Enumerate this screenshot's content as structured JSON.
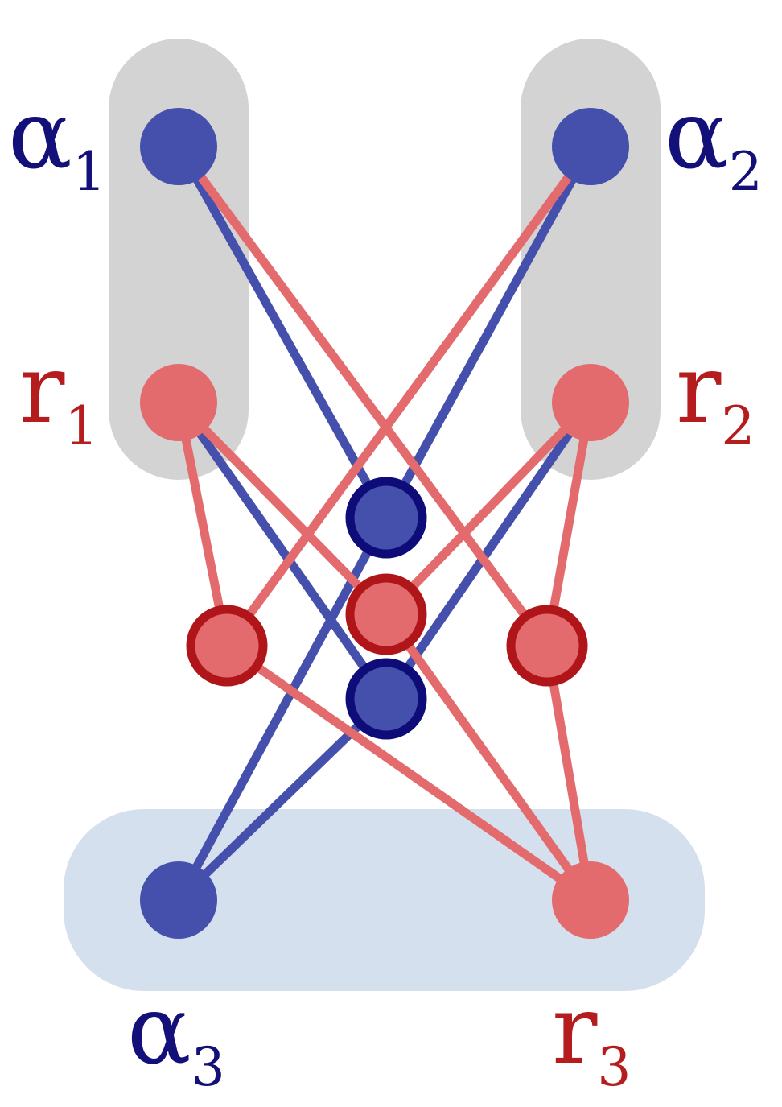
{
  "colors": {
    "alpha_fill": "#4550ad",
    "alpha_stroke": "#0d0c78",
    "r_fill": "#e46b6d",
    "r_stroke": "#b01619",
    "alpha_label": "#14107a",
    "r_label": "#b51c1e",
    "group_gray": "#d3d3d3",
    "group_blue": "#d5e0ee",
    "edge_alpha": "#4550ad",
    "edge_r": "#e46b6d"
  },
  "labels": {
    "alpha1": {
      "base": "α",
      "sub": "1"
    },
    "alpha2": {
      "base": "α",
      "sub": "2"
    },
    "alpha3": {
      "base": "α",
      "sub": "3"
    },
    "r1": {
      "base": "r",
      "sub": "1"
    },
    "r2": {
      "base": "r",
      "sub": "2"
    },
    "r3": {
      "base": "r",
      "sub": "3"
    }
  },
  "nodes": [
    {
      "id": "alpha1",
      "kind": "alpha",
      "outlined": false
    },
    {
      "id": "alpha2",
      "kind": "alpha",
      "outlined": false
    },
    {
      "id": "alpha3",
      "kind": "alpha",
      "outlined": false
    },
    {
      "id": "r1",
      "kind": "r",
      "outlined": false
    },
    {
      "id": "r2",
      "kind": "r",
      "outlined": false
    },
    {
      "id": "r3",
      "kind": "r",
      "outlined": false
    },
    {
      "id": "m-alpha-top",
      "kind": "alpha",
      "outlined": true
    },
    {
      "id": "m-r-center",
      "kind": "r",
      "outlined": true
    },
    {
      "id": "m-alpha-bottom",
      "kind": "alpha",
      "outlined": true
    },
    {
      "id": "m-r-left",
      "kind": "r",
      "outlined": true
    },
    {
      "id": "m-r-right",
      "kind": "r",
      "outlined": true
    }
  ],
  "edges": [
    {
      "from": "alpha1",
      "to": "m-alpha-top",
      "kind": "alpha"
    },
    {
      "from": "alpha2",
      "to": "m-alpha-top",
      "kind": "alpha"
    },
    {
      "from": "r1",
      "to": "m-alpha-bottom",
      "kind": "alpha"
    },
    {
      "from": "r2",
      "to": "m-alpha-bottom",
      "kind": "alpha"
    },
    {
      "from": "alpha3",
      "to": "m-alpha-top",
      "kind": "alpha"
    },
    {
      "from": "alpha3",
      "to": "m-alpha-bottom",
      "kind": "alpha"
    },
    {
      "from": "alpha1",
      "to": "m-r-right",
      "kind": "r"
    },
    {
      "from": "alpha2",
      "to": "m-r-left",
      "kind": "r"
    },
    {
      "from": "r1",
      "to": "m-r-left",
      "kind": "r"
    },
    {
      "from": "r1",
      "to": "m-r-center",
      "kind": "r"
    },
    {
      "from": "r2",
      "to": "m-r-right",
      "kind": "r"
    },
    {
      "from": "r2",
      "to": "m-r-center",
      "kind": "r"
    },
    {
      "from": "m-r-left",
      "to": "r3",
      "kind": "r"
    },
    {
      "from": "m-r-right",
      "to": "r3",
      "kind": "r"
    },
    {
      "from": "m-r-center",
      "to": "r3",
      "kind": "r"
    }
  ]
}
